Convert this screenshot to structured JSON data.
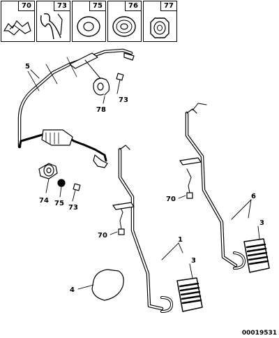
{
  "header_parts": [
    {
      "label": "70",
      "icon": "clip-icon"
    },
    {
      "label": "73",
      "icon": "spring-clip-icon"
    },
    {
      "label": "75",
      "icon": "washer-icon"
    },
    {
      "label": "76",
      "icon": "grommet-icon"
    },
    {
      "label": "77",
      "icon": "bush-icon"
    }
  ],
  "callouts": {
    "c1": "1",
    "c3a": "3",
    "c3b": "3",
    "c4": "4",
    "c5": "5",
    "c6": "6",
    "c70a": "70",
    "c70b": "70",
    "c73a": "73",
    "c73b": "73",
    "c74": "74",
    "c75": "75",
    "c78": "78"
  },
  "reference": "00019531"
}
